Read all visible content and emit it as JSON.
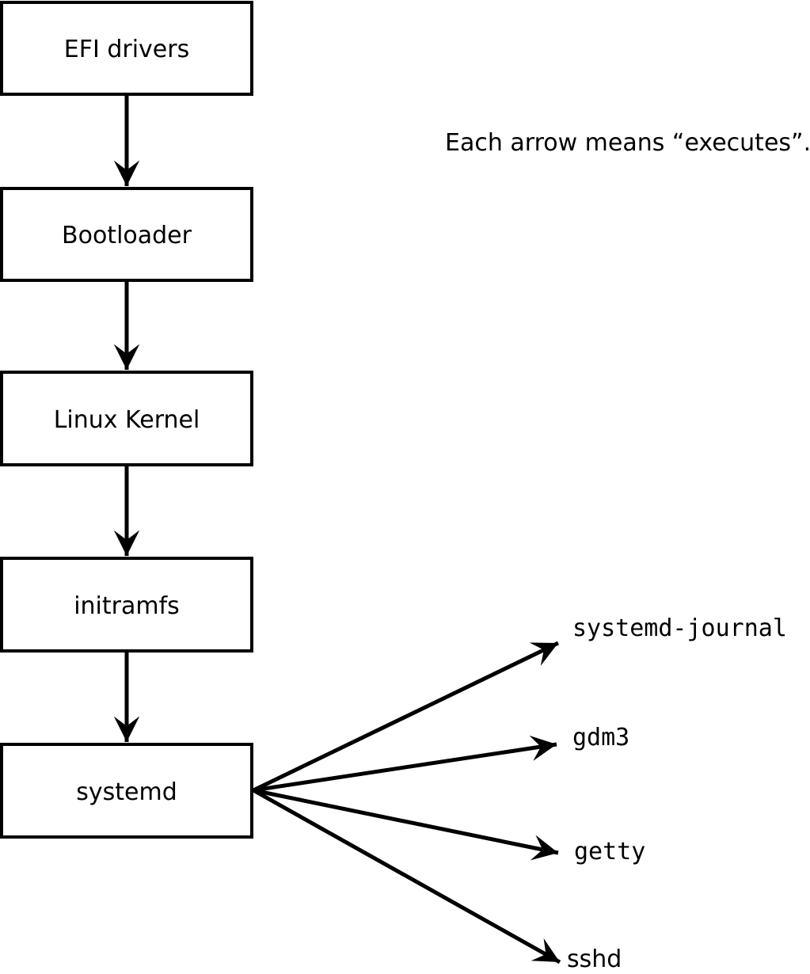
{
  "diagram": {
    "note": "Each arrow means “executes”.",
    "colors": {
      "stroke": "#000000",
      "box_fill": "#ffffff",
      "background": "#ffffff"
    },
    "boot_chain": [
      {
        "label": "EFI drivers"
      },
      {
        "label": "Bootloader"
      },
      {
        "label": "Linux Kernel"
      },
      {
        "label": "initramfs"
      },
      {
        "label": "systemd"
      }
    ],
    "services": [
      {
        "label": "systemd-journal"
      },
      {
        "label": "gdm3"
      },
      {
        "label": "getty"
      },
      {
        "label": "sshd"
      }
    ]
  }
}
